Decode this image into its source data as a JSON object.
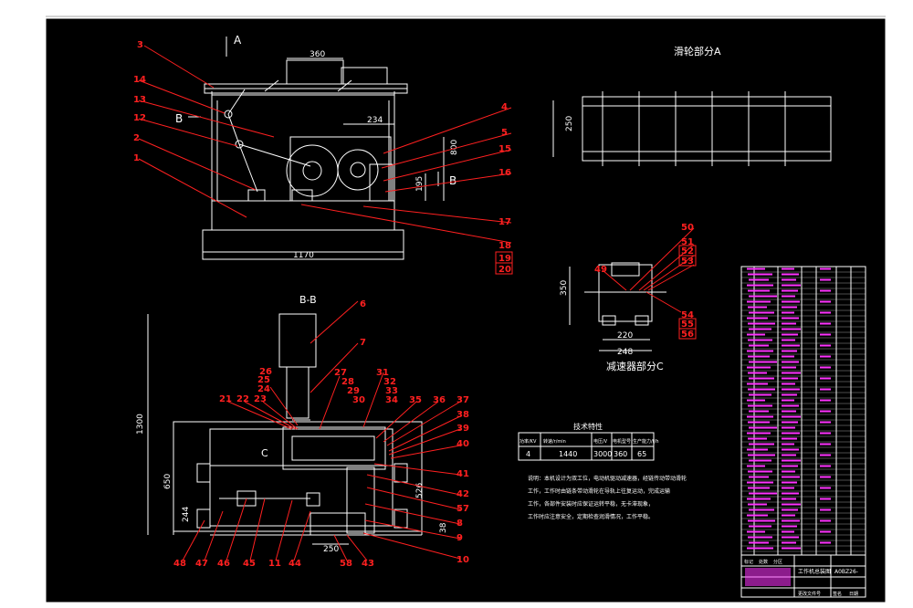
{
  "views": {
    "section_a": "A",
    "section_b": "B",
    "section_bb": "B-B",
    "section_c": "C",
    "detail_a_title": "滑轮部分A",
    "detail_c_title": "减速器部分C"
  },
  "dimensions": {
    "top_width": "360",
    "right_offset": "234",
    "height_800": "800",
    "height_195": "195",
    "base_width": "1170",
    "total_height": "1300",
    "mid_height": "650",
    "low_height": "244",
    "right_526": "526",
    "right_38": "38",
    "bottom_250": "250",
    "detail_a_250": "250",
    "detail_c_350": "350",
    "detail_c_220": "220",
    "detail_c_248": "248"
  },
  "balloons_top": [
    "3",
    "14",
    "13",
    "12",
    "2",
    "1",
    "4",
    "5",
    "15",
    "16",
    "17",
    "18",
    "19",
    "20"
  ],
  "balloons_bottom": [
    "6",
    "7",
    "21",
    "22",
    "23",
    "24",
    "25",
    "26",
    "27",
    "28",
    "29",
    "30",
    "31",
    "32",
    "33",
    "34",
    "35",
    "36",
    "37",
    "38",
    "39",
    "40",
    "41",
    "42",
    "57",
    "8",
    "9",
    "10",
    "43",
    "58",
    "44",
    "11",
    "45",
    "46",
    "47",
    "48"
  ],
  "balloons_detail_c": [
    "49",
    "50",
    "51",
    "52",
    "53",
    "54",
    "55",
    "56"
  ],
  "tech_table": {
    "title": "技术特性",
    "headers": [
      "功率/KV",
      "转速/r/min",
      "电压/V",
      "电机型号",
      "生产能力/t/h"
    ],
    "values": [
      "4",
      "1440",
      "3000",
      "360",
      "65"
    ]
  },
  "notes": [
    "说明：本机设计为双工位，电动机驱动减速器，经链传动带动滑轮",
    "工作，工作时由链条带动滑轮在导轨上往复运动，完成运输",
    "工作，各部件安装时应保证运转平稳，无卡滞现象，",
    "工作时应注意安全，定期检查润滑情况，工作平稳。"
  ],
  "title_block": {
    "drawing_name": "工作机总装图",
    "drawing_no": "A0BZ26-",
    "bottom_labels": [
      "标记",
      "处数",
      "分区",
      "更改文件号",
      "签名",
      "日期"
    ]
  }
}
